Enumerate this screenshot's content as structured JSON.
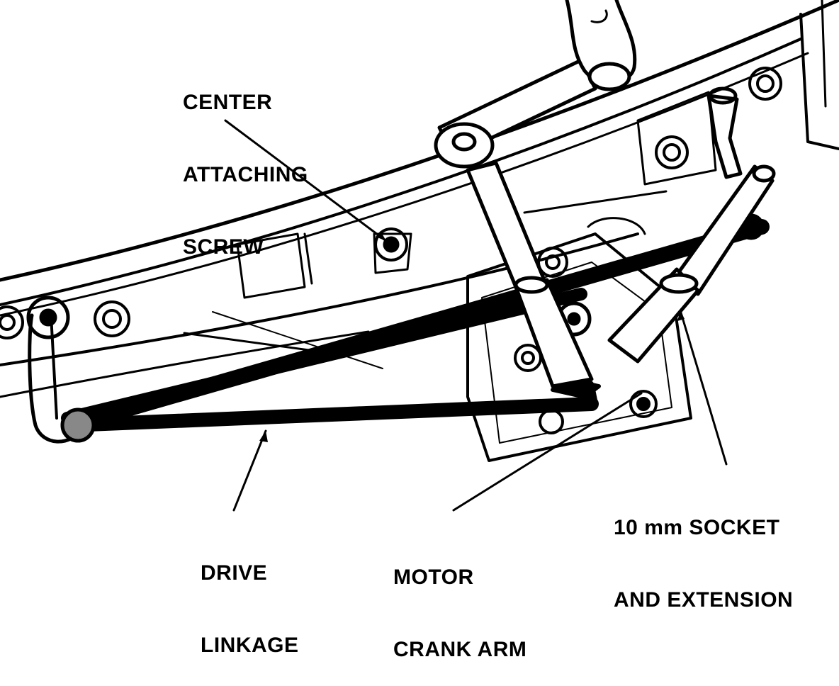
{
  "labels": {
    "center_screw": [
      "CENTER",
      "ATTACHING",
      "SCREW"
    ],
    "socket": [
      "10 mm SOCKET",
      "AND EXTENSION"
    ],
    "drive_linkage": [
      "DRIVE",
      "LINKAGE"
    ],
    "motor_crank": [
      "MOTOR",
      "CRANK ARM"
    ]
  },
  "colors": {
    "ink": "#000000",
    "paper": "#ffffff"
  }
}
